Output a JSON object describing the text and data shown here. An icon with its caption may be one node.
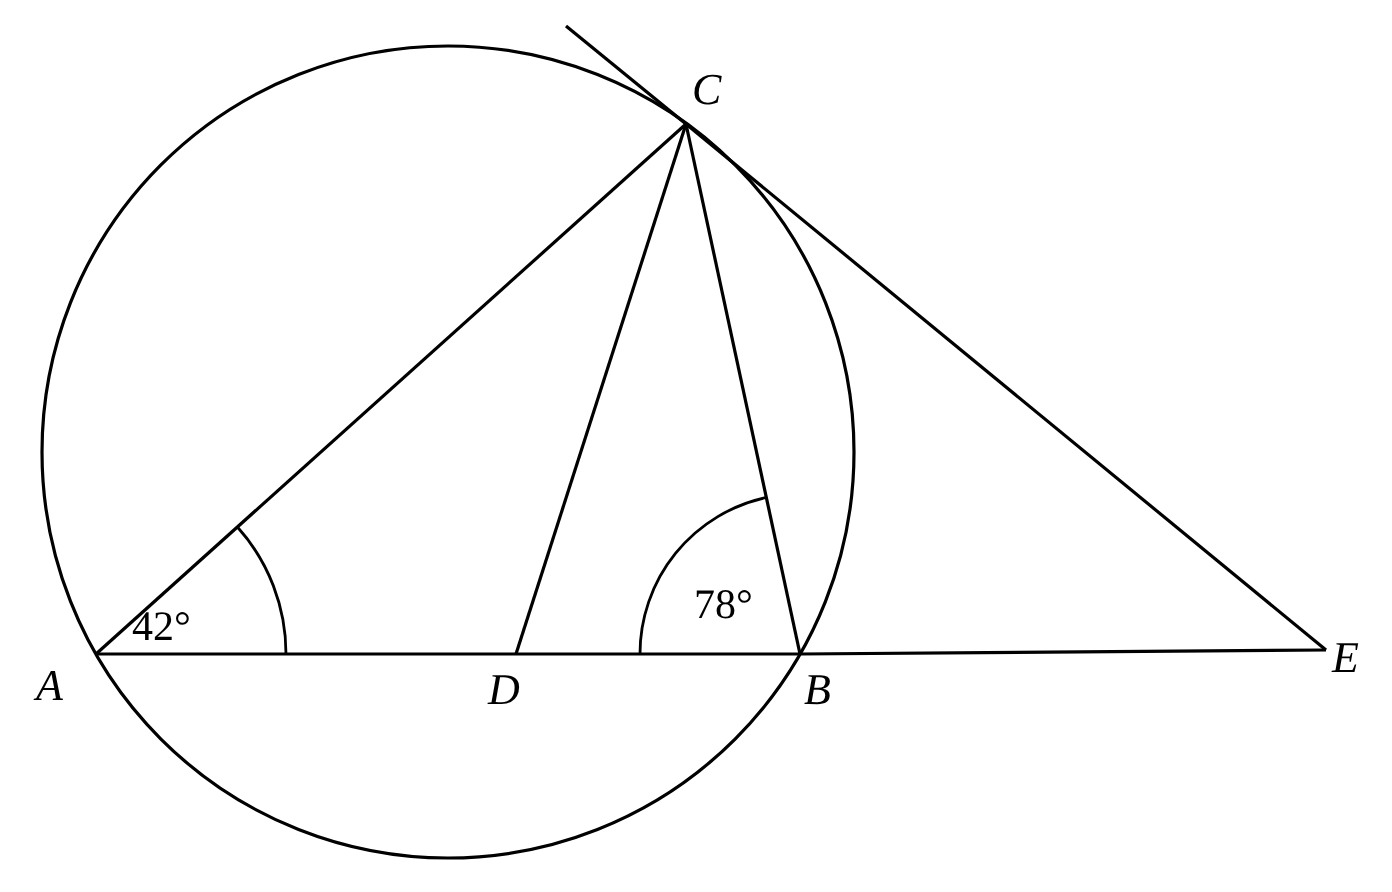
{
  "diagram": {
    "nodes": [
      {
        "text": [
          "C"
        ]
      },
      {
        "text": [
          "A"
        ]
      },
      {
        "text": [
          "D"
        ]
      },
      {
        "text": [
          "B"
        ]
      },
      {
        "text": [
          "E"
        ]
      }
    ],
    "edges": [
      {
        "from": 1,
        "to": 0,
        "arrow": "none"
      },
      {
        "from": 0,
        "to": 2,
        "arrow": "none"
      },
      {
        "from": 0,
        "to": 3,
        "arrow": "none"
      },
      {
        "from": 0,
        "to": 4,
        "arrow": "none"
      },
      {
        "from": 1,
        "to": 2,
        "arrow": "none"
      },
      {
        "from": 2,
        "to": 3,
        "arrow": "none"
      },
      {
        "from": 3,
        "to": 4,
        "arrow": "none"
      },
      {
        "from": null,
        "to": 0,
        "arrow": "none"
      }
    ],
    "labels": [
      "42°",
      "78°"
    ]
  }
}
